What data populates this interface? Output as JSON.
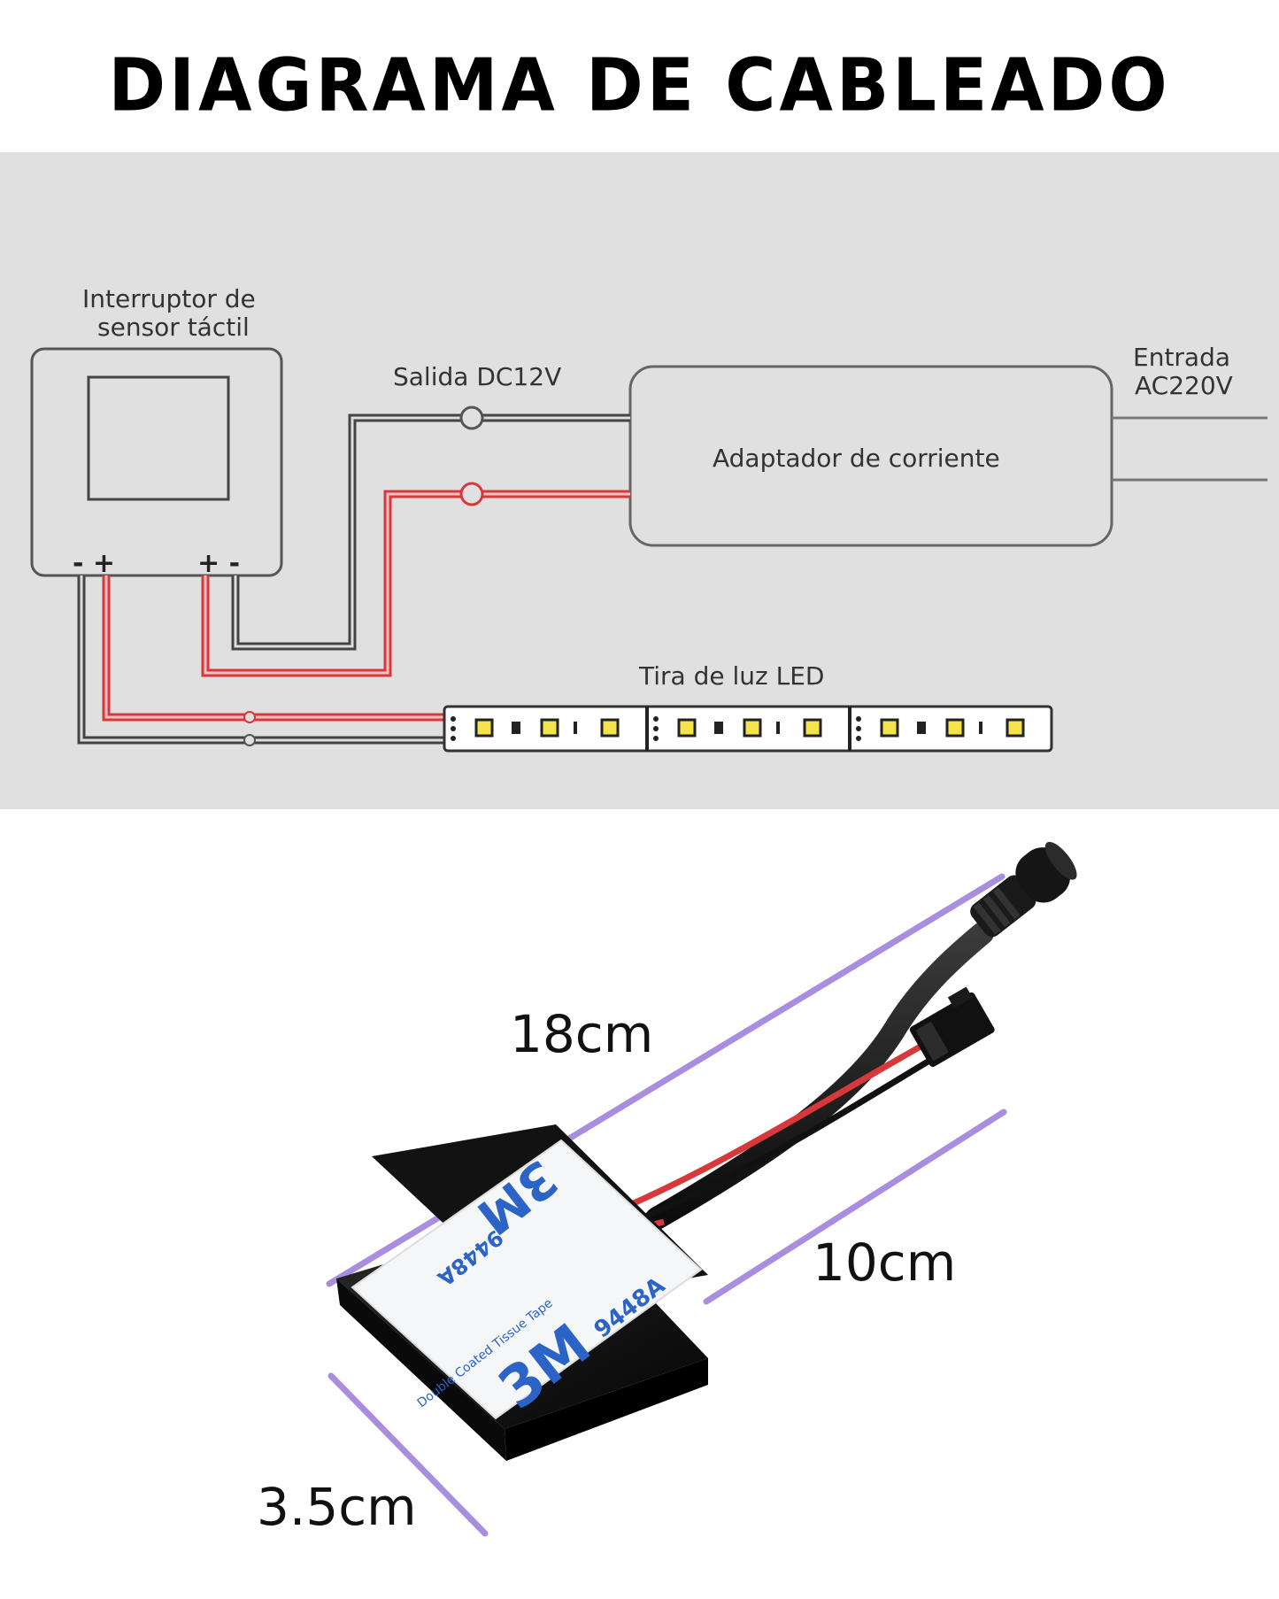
{
  "title": "DIAGRAMA DE CABLEADO",
  "diagram": {
    "switch_label_line1": "Interruptor de",
    "switch_label_line2": "sensor táctil",
    "output_label": "Salida DC12V",
    "input_label_line1": "Entrada",
    "input_label_line2": "AC220V",
    "adapter_label": "Adaptador de corriente",
    "strip_label": "Tira de luz LED",
    "terminal_left": "- +",
    "terminal_right": "+ -"
  },
  "product": {
    "length_label": "18cm",
    "cable_label": "10cm",
    "width_label": "3.5cm",
    "tape_brand": "3M",
    "tape_model": "9448A",
    "tape_text": "Double Coated Tissue Tape",
    "dimension_line_color": "#a98ee0"
  }
}
